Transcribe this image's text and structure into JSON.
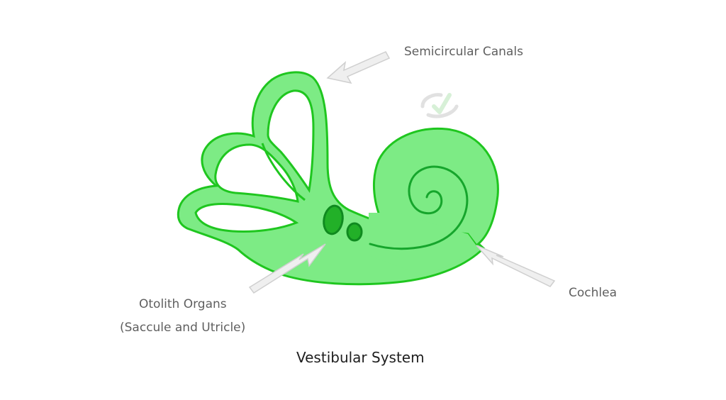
{
  "labels": {
    "semicircular_canals": "Semicircular Canals",
    "otolith_organs": "Otolith Organs",
    "otolith_detail": "(Saccule and Utricle)",
    "cochlea": "Cochlea"
  },
  "title": "Vestibular System",
  "colors": {
    "organ_fill": "#7deb85",
    "organ_stroke": "#1fc61f",
    "organ_line": "#16a52c",
    "otolith_fill": "#22b028",
    "otolith_stroke": "#0f8a1f",
    "arrow_fill": "#efefef",
    "arrow_stroke": "#cfcfcf",
    "label_text": "#5f5f5f",
    "title_text": "#1e1e1e"
  },
  "icons": {
    "watermark": "check-rotate-icon"
  }
}
